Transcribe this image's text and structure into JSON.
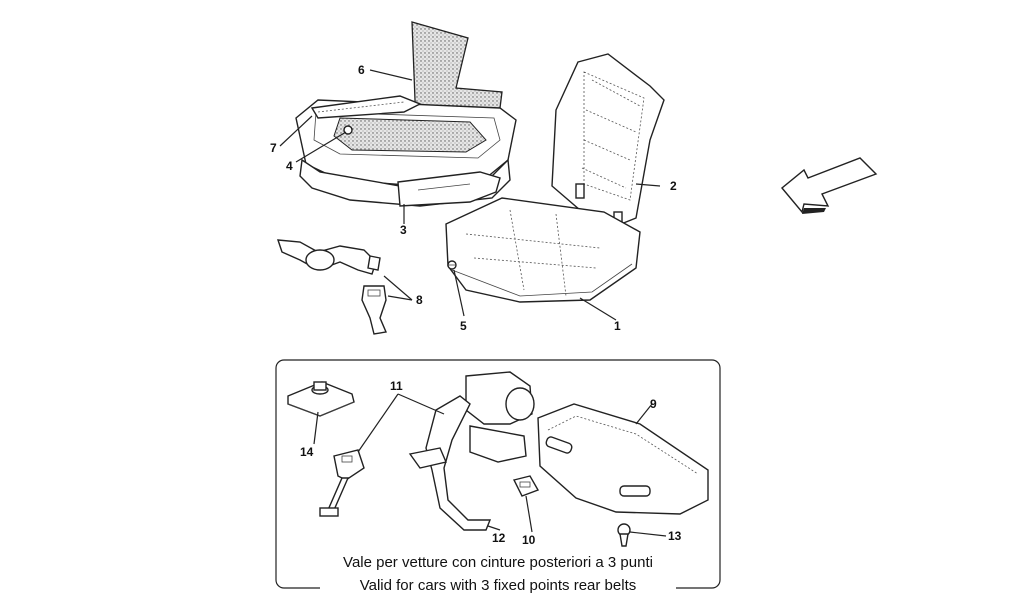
{
  "callouts": {
    "c1": "1",
    "c2": "2",
    "c3": "3",
    "c4": "4",
    "c5": "5",
    "c6": "6",
    "c7": "7",
    "c8": "8",
    "c9": "9",
    "c10": "10",
    "c11": "11",
    "c12": "12",
    "c13": "13",
    "c14": "14"
  },
  "inset": {
    "caption_it": "Vale per vetture con cinture posteriori a 3 punti",
    "caption_en": "Valid for cars with 3 fixed points rear belts"
  }
}
